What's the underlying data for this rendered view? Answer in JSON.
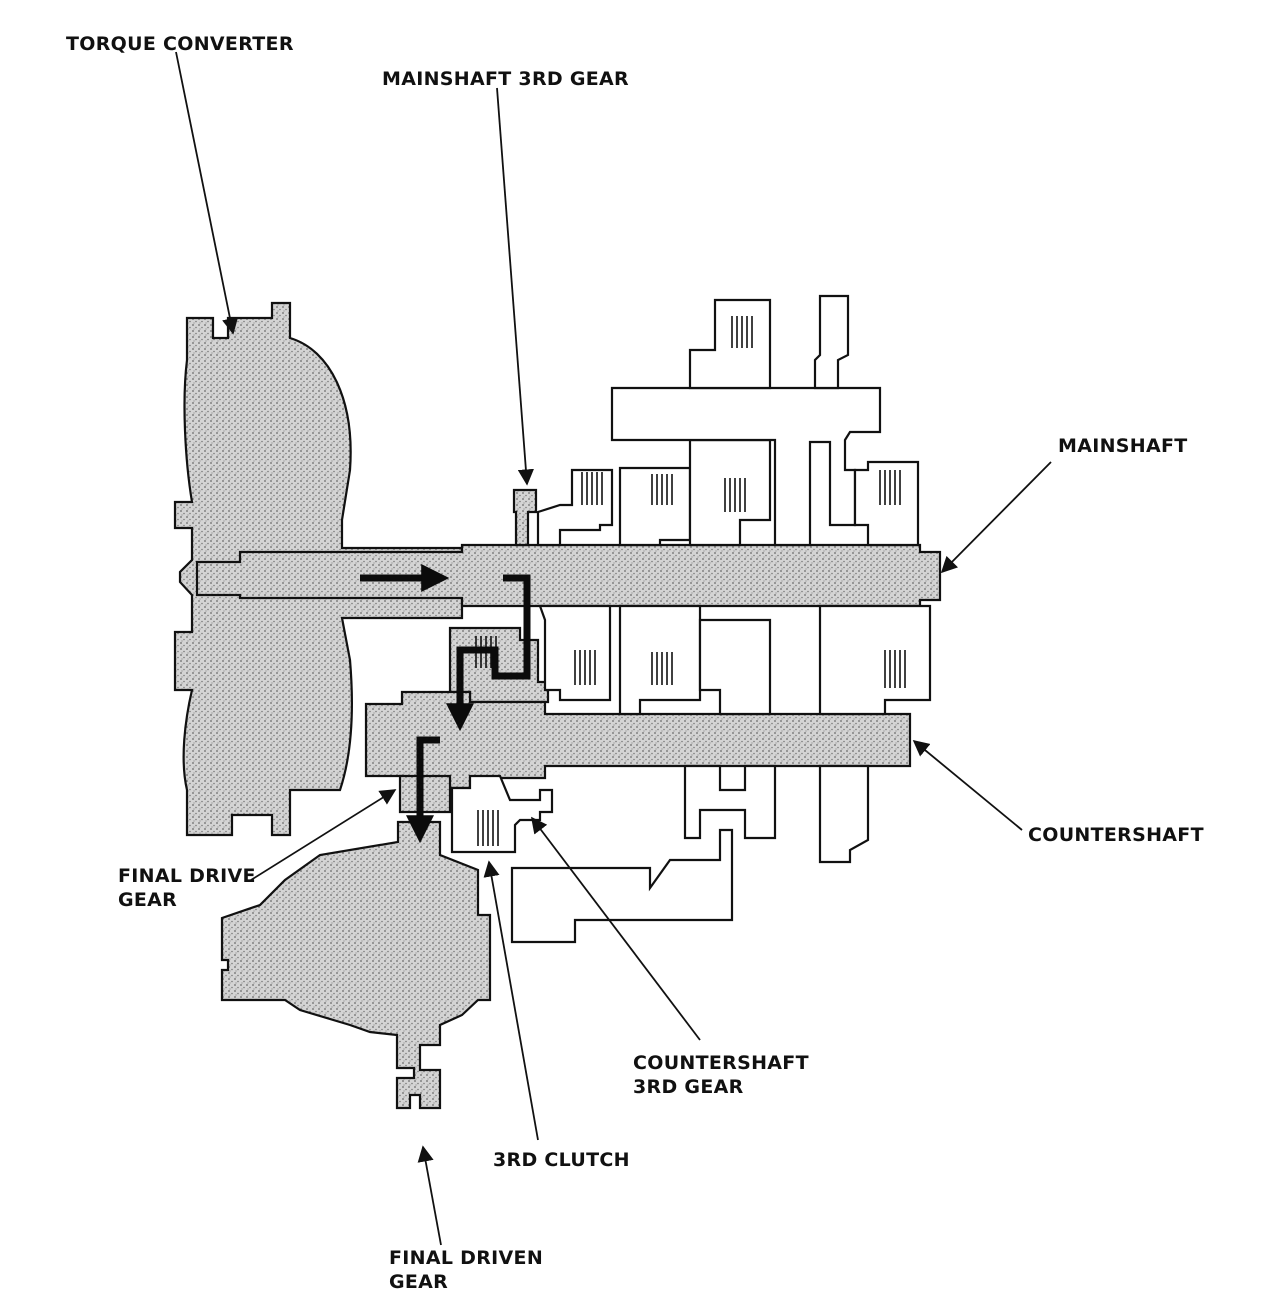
{
  "labels": {
    "torque_converter": "TORQUE CONVERTER",
    "mainshaft_3rd_gear": "MAINSHAFT 3RD GEAR",
    "mainshaft": "MAINSHAFT",
    "countershaft": "COUNTERSHAFT",
    "final_drive_gear": "FINAL DRIVE\nGEAR",
    "countershaft_3rd_gear": "COUNTERSHAFT\n3RD GEAR",
    "third_clutch": "3RD CLUTCH",
    "final_driven_gear": "FINAL DRIVEN\nGEAR"
  },
  "colors": {
    "ink": "#111111",
    "shading": "#c9c9c9",
    "paper": "#ffffff"
  }
}
